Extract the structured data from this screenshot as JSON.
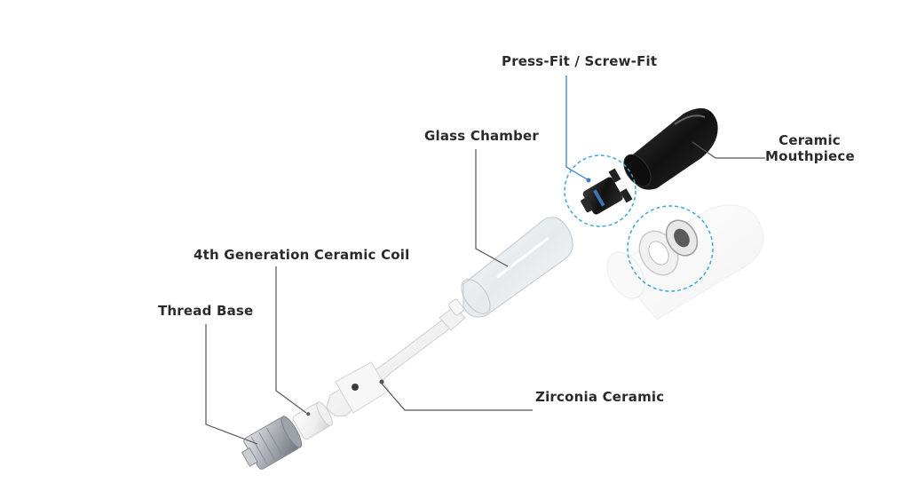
{
  "diagram": {
    "labels": {
      "press_fit": "Press-Fit / Screw-Fit",
      "glass_chamber": "Glass Chamber",
      "ceramic_mouthpiece_line1": "Ceramic",
      "ceramic_mouthpiece_line2": "Mouthpiece",
      "coil": "4th Generation Ceramic Coil",
      "thread_base": "Thread Base",
      "zirconia": "Zirconia Ceramic"
    },
    "components": [
      "thread-base",
      "ceramic-coil",
      "zirconia-ceramic-tube",
      "glass-chamber",
      "press-fit-connector",
      "ceramic-mouthpiece",
      "sealing-ring"
    ],
    "colors": {
      "label_text": "#2a2a2a",
      "leader_line": "#555555",
      "highlight_circle": "#3aa8d8",
      "mouthpiece": "#1a1a1a",
      "ceramic_white": "#f2f2f2",
      "metal": "#b8bcc2"
    }
  }
}
